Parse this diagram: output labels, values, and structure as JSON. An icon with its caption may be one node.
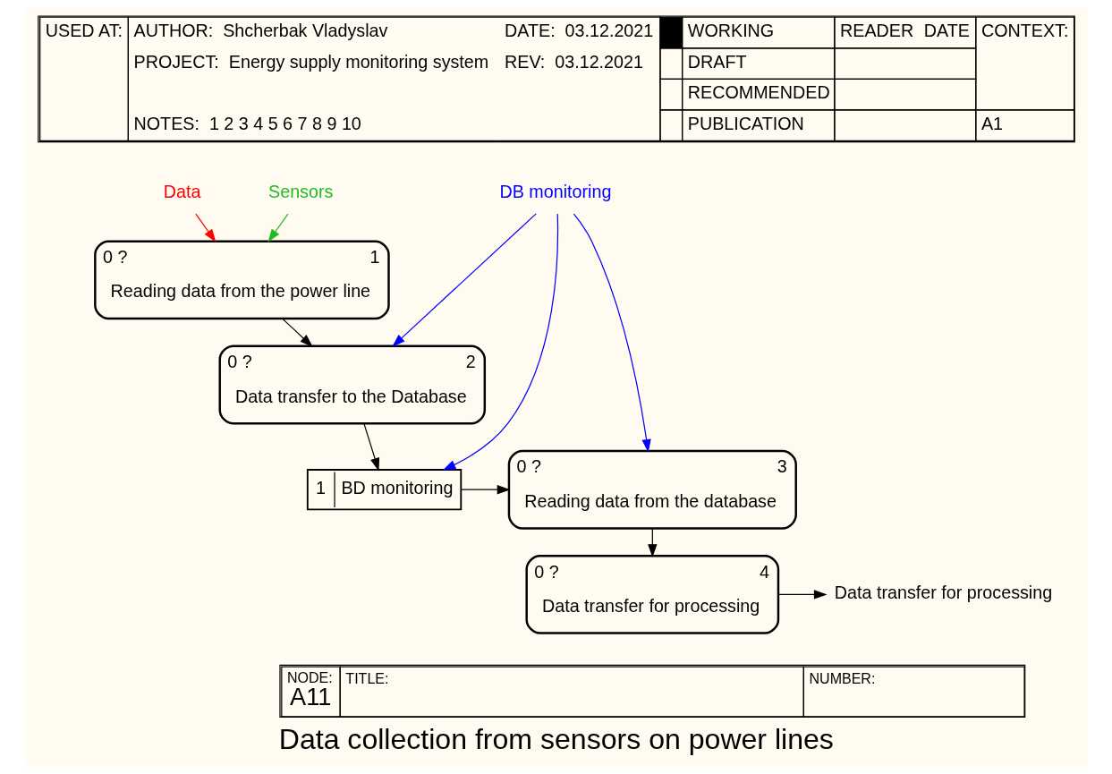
{
  "diagram": {
    "title": "Data collection from sensors on power lines",
    "nodes": [
      {
        "text": [
          "0 ?",
          "1",
          "Reading data from the power line"
        ]
      },
      {
        "text": [
          "0 ?",
          "2",
          "Data transfer to the Database"
        ]
      },
      {
        "text": [
          "1",
          "BD monitoring"
        ]
      },
      {
        "text": [
          "0 ?",
          "3",
          "Reading data from the database"
        ]
      },
      {
        "text": [
          "0 ?",
          "4",
          "Data transfer for processing"
        ]
      },
      {
        "text": [
          "Data"
        ]
      },
      {
        "text": [
          "Sensors"
        ]
      },
      {
        "text": [
          "DB monitoring"
        ]
      },
      {
        "text": [
          "Data transfer for processing"
        ]
      }
    ],
    "edges": [
      {
        "from": 5,
        "to": 0,
        "arrow": "to",
        "color": "#ff0000"
      },
      {
        "from": 6,
        "to": 0,
        "arrow": "to",
        "color": "#22bb22"
      },
      {
        "from": 0,
        "to": 1,
        "arrow": "to"
      },
      {
        "from": 1,
        "to": 2,
        "arrow": "to"
      },
      {
        "from": 2,
        "to": 3,
        "arrow": "to"
      },
      {
        "from": 7,
        "to": 1,
        "arrow": "to",
        "color": "#0000ff"
      },
      {
        "from": 7,
        "to": 2,
        "arrow": "to",
        "color": "#0000ff"
      },
      {
        "from": 7,
        "to": 3,
        "arrow": "to",
        "color": "#0000ff"
      },
      {
        "from": 3,
        "to": 4,
        "arrow": "to"
      },
      {
        "from": 4,
        "to": 8,
        "arrow": "to"
      }
    ],
    "labels": [
      "USED AT:",
      "AUTHOR:",
      "Shcherbak Vladyslav",
      "DATE:",
      "03.12.2021",
      "WORKING",
      "READER",
      "DATE",
      "CONTEXT:",
      "PROJECT:",
      "Energy supply monitoring system",
      "REV:",
      "03.12.2021",
      "DRAFT",
      "RECOMMENDED",
      "NOTES:",
      "1 2 3 4 5 6 7 8 9 10",
      "PUBLICATION",
      "A1",
      "NODE:",
      "A11",
      "TITLE:",
      "NUMBER:"
    ]
  }
}
